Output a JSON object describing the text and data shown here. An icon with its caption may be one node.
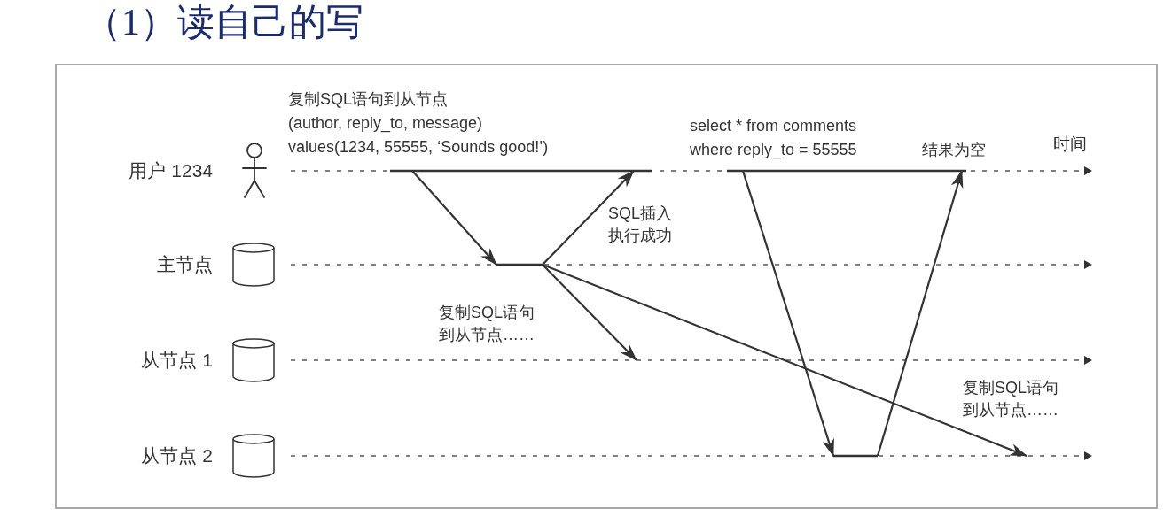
{
  "diagram": {
    "title": "（1）读自己的写",
    "nodes": [
      {
        "text": [
          "用户 1234"
        ]
      },
      {
        "text": [
          "主节点"
        ]
      },
      {
        "text": [
          "从节点 1"
        ]
      },
      {
        "text": [
          "从节点 2"
        ]
      }
    ],
    "edges": [
      {
        "from": 0,
        "to": 1,
        "arrow": "to",
        "label": "复制SQL语句到从节点 (author, reply_to, message) values(1234, 55555, ‘Sounds good!’)"
      },
      {
        "from": 1,
        "to": 0,
        "arrow": "to",
        "label": "SQL插入执行成功"
      },
      {
        "from": 1,
        "to": 2,
        "arrow": "to",
        "label": "复制SQL语句到从节点……"
      },
      {
        "from": 1,
        "to": 3,
        "arrow": "to",
        "label": "复制SQL语句到从节点……"
      },
      {
        "from": 0,
        "to": 3,
        "arrow": "to",
        "label": "select * from comments where reply_to = 55555"
      },
      {
        "from": 3,
        "to": 0,
        "arrow": "to",
        "label": "结果为空"
      }
    ],
    "labels": [
      "时间"
    ]
  }
}
